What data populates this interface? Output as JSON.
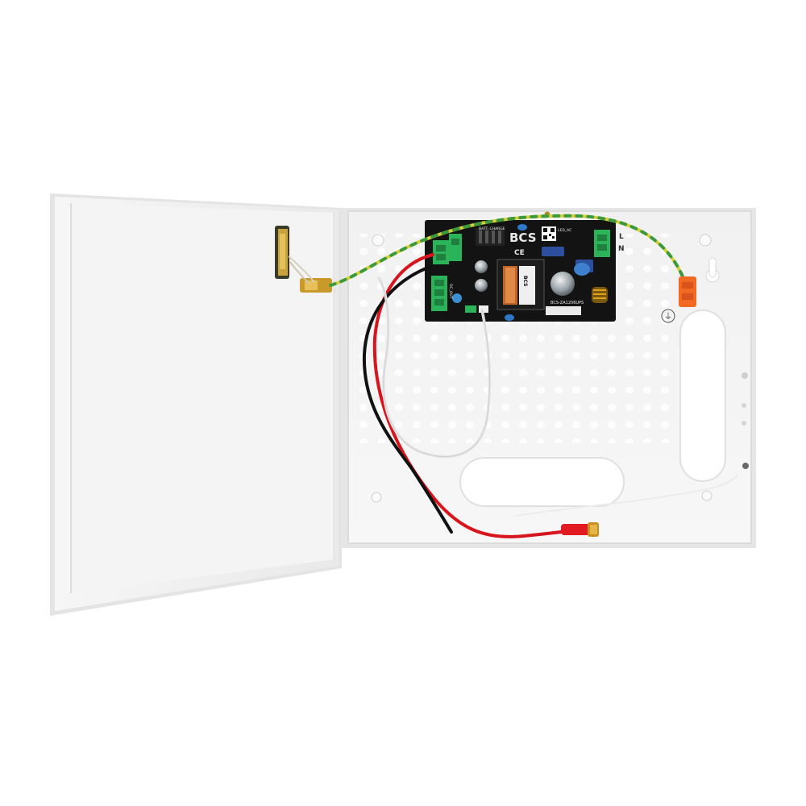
{
  "photo": {
    "subject": "open metal power-supply enclosure with PCB",
    "colors": {
      "background": "#ffffff",
      "enclosure": "#f2f2f2",
      "pcb": "#141414",
      "terminal": "#2bb35a",
      "wire_red": "#d8151c",
      "wire_black": "#111111",
      "wire_white": "#e6e6e6",
      "wire_earth_yellow": "#d6cf3a",
      "wire_earth_green": "#3b9a3b",
      "connector_orange": "#f26a21"
    }
  },
  "board": {
    "brand": "BCS",
    "model": "BCS-ZA1206UPS",
    "transformer_mark": "BCS",
    "labels": {
      "batt_charge": "BATT. CHARGE",
      "led_ac": "LED_AC",
      "mains_l": "L",
      "mains_n": "N",
      "dc_out": "DC_OUT",
      "ce_mark": "CE"
    }
  },
  "enclosure": {
    "earth_symbol": "⏚"
  }
}
